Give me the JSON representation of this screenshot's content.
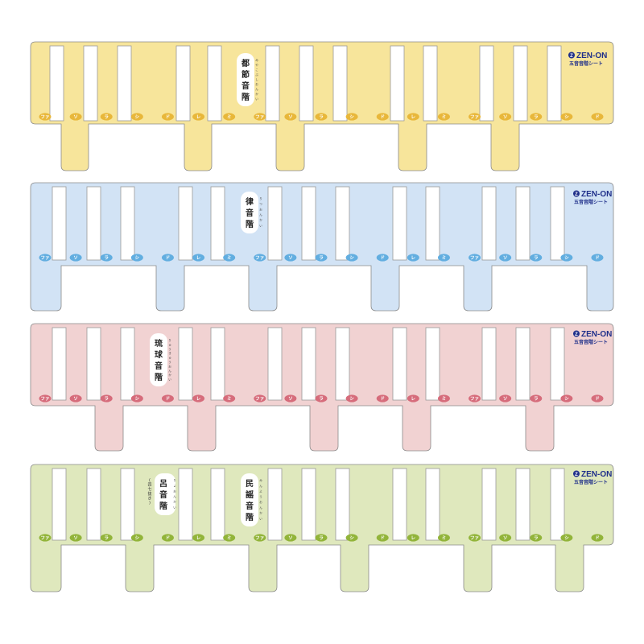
{
  "brand": {
    "logo_text": "ZEN-ON",
    "logo_mark": "Z",
    "subtitle": "五音音階シート",
    "color": "#1f2f8a"
  },
  "sheets": [
    {
      "id": "yellow",
      "fill": "#f7e59b",
      "note_color": "#e8b73a",
      "scale_titles": [
        {
          "kanji": "都節音階",
          "ruby": "みやこぶし おんかい"
        }
      ]
    },
    {
      "id": "blue",
      "fill": "#d2e3f5",
      "note_color": "#62aee0",
      "scale_titles": [
        {
          "kanji": "律音階",
          "ruby": "りつ おんかい"
        }
      ]
    },
    {
      "id": "pink",
      "fill": "#f1d2d2",
      "note_color": "#d66c7b",
      "scale_titles": [
        {
          "kanji": "琉球音階",
          "ruby": "りゅうきゅう おんかい"
        }
      ]
    },
    {
      "id": "green",
      "fill": "#dfe8bd",
      "note_color": "#92b43a",
      "scale_titles": [
        {
          "kanji": "呂音階",
          "ruby": "りょ おんかい",
          "note": "(四七抜き)"
        },
        {
          "kanji": "民謡音階",
          "ruby": "みんよう おんかい"
        }
      ]
    }
  ],
  "note_names": [
    "ファ",
    "ソ",
    "ラ",
    "シ",
    "ド",
    "レ",
    "ミ",
    "ファ",
    "ソ",
    "ラ",
    "シ",
    "ド",
    "レ",
    "ミ",
    "ファ",
    "ソ",
    "ラ",
    "シ",
    "ド"
  ]
}
